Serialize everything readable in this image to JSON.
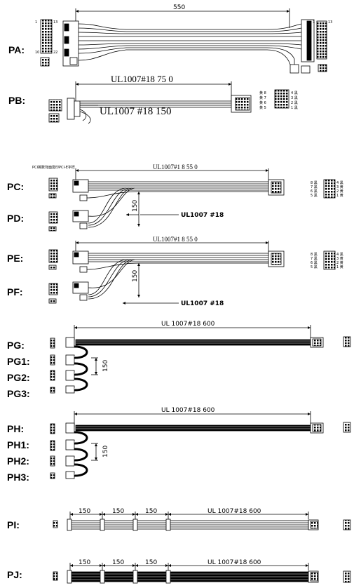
{
  "labels": [
    "PA:",
    "PB:",
    "PC:",
    "PD:",
    "PE:",
    "PF:",
    "PG:",
    "PG1:",
    "PG2:",
    "PG3:",
    "PH:",
    "PH1:",
    "PH2:",
    "PH3:",
    "PI:",
    "PJ:"
  ],
  "dims": {
    "pa_len": "550",
    "pb_top": "UL1007#18   75 0",
    "pb_mid": "UL1007  #18    150",
    "pc_header": "PCI擦数背面需印PCI-E字样",
    "pc_len": "UL1007#1   8  55 0",
    "pd_drop": "150",
    "pd_wire": "UL1007  #18",
    "pe_len": "UL1007#1   8  55 0",
    "pf_drop": "150",
    "pf_wire": "UL1007  #18",
    "pg_len": "UL  1007#18  600",
    "pg_drop": "150",
    "ph_len": "UL  1007#18  600",
    "ph_drop": "150",
    "pi_seg1": "150",
    "pi_seg2": "150",
    "pi_seg3": "150",
    "pi_len": "UL  1007#18      600",
    "pj_seg1": "150",
    "pj_seg2": "150",
    "pj_seg3": "150",
    "pj_len": "UL  1007#18      600"
  },
  "pinouts": {
    "pb": [
      "黄 8",
      "黄 7",
      "黄 6",
      "黄 5",
      "4 黑",
      "3 黑",
      "2 黑",
      "1 黑"
    ],
    "pc": [
      "8 黑",
      "7 黑",
      "6 黑",
      "5 黑",
      "4 黑",
      "3 黄",
      "2 黄",
      "1 黄"
    ],
    "pe": [
      "8 黑",
      "7 黑",
      "6 黑",
      "5 黑",
      "4 黑",
      "3 黄",
      "2 黄",
      "1 黄"
    ]
  },
  "colors": {
    "line": "#000000",
    "fill": "#ffffff",
    "shade": "#222222"
  }
}
